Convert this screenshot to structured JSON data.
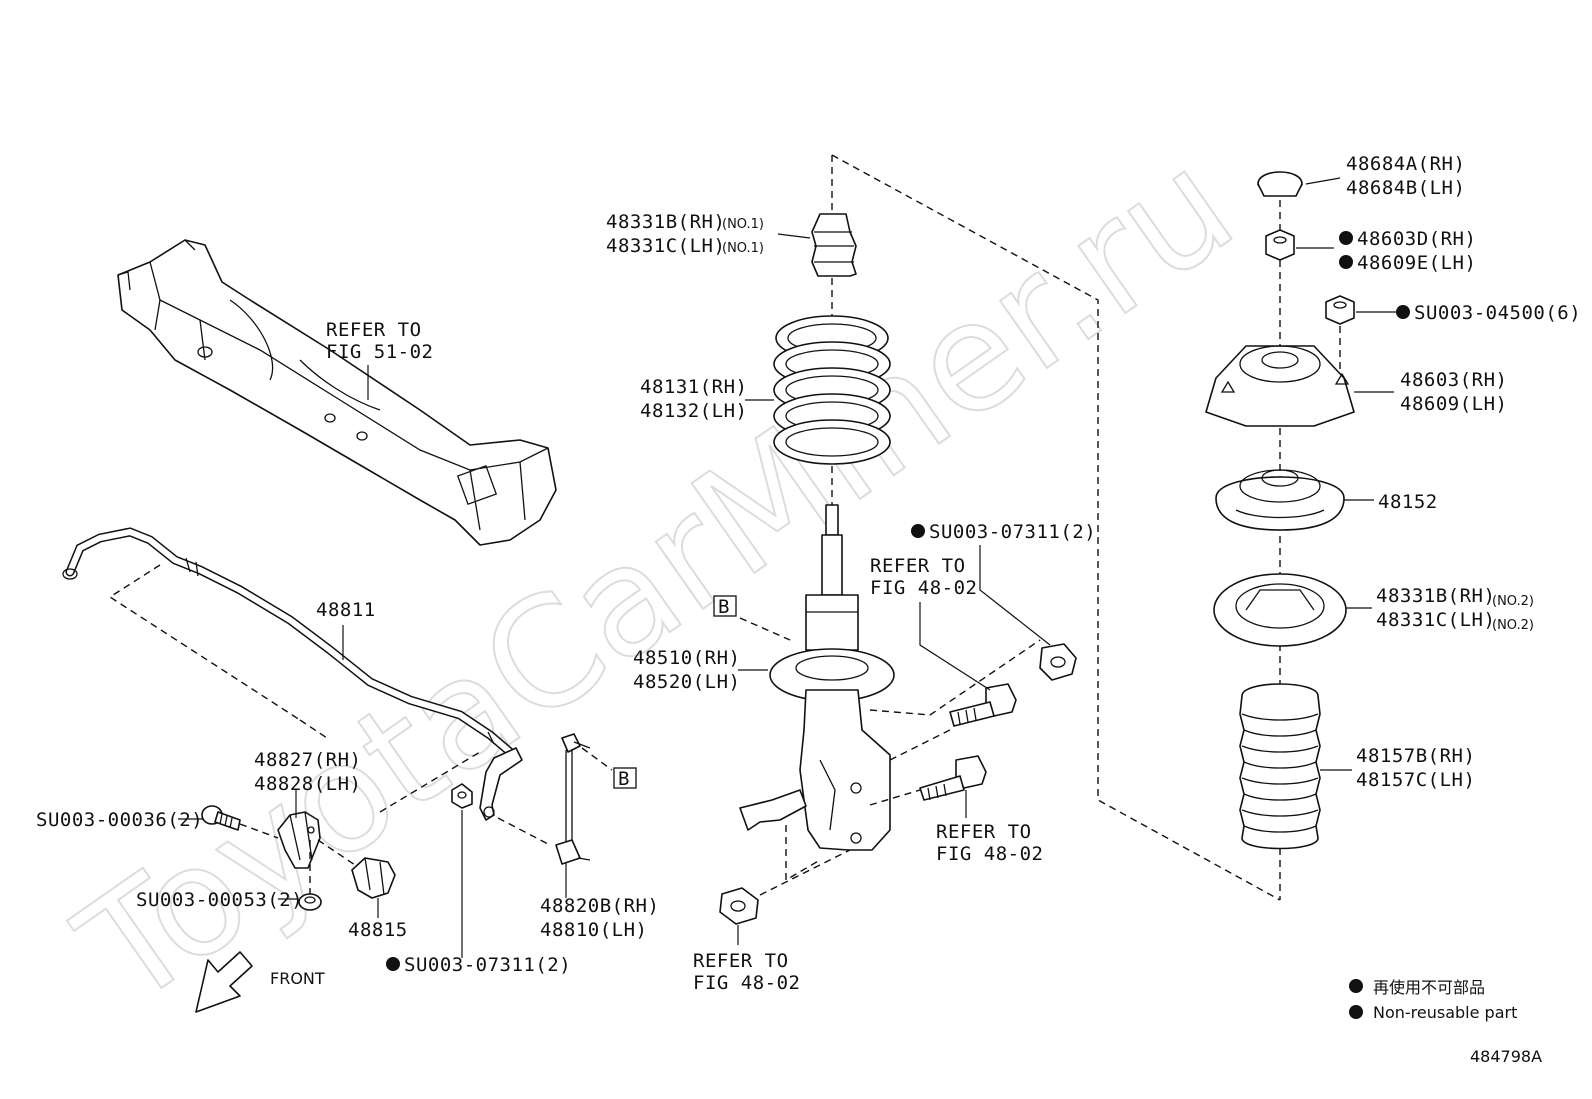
{
  "watermark": "ToyotaCarMiner.ru",
  "figure_id": "484798A",
  "legend": {
    "ja": "再使用不可部品",
    "en": "Non-reusable part"
  },
  "labels": {
    "refer_51": [
      "REFER TO",
      "FIG 51-02"
    ],
    "p48811": "48811",
    "p48827": [
      "48827(RH)",
      "48828(LH)"
    ],
    "su36": "SU003-00036(2)",
    "su53": "SU003-00053(2)",
    "p48815": "48815",
    "su07311_lower": "SU003-07311(2)",
    "p48820": [
      "48820B(RH)",
      "48810(LH)"
    ],
    "front": "FRONT",
    "p48331_no1": [
      "48331B(RH)",
      "48331C(LH)"
    ],
    "no1": "(NO.1)",
    "p48131": [
      "48131(RH)",
      "48132(LH)"
    ],
    "box_b": "B",
    "p48510": [
      "48510(RH)",
      "48520(LH)"
    ],
    "su07311_upper": "SU003-07311(2)",
    "refer_4802_a": [
      "REFER TO",
      "FIG 48-02"
    ],
    "refer_4802_b": [
      "REFER TO",
      "FIG 48-02"
    ],
    "refer_4802_c": [
      "REFER TO",
      "FIG 48-02"
    ],
    "p48684": [
      "48684A(RH)",
      "48684B(LH)"
    ],
    "p48603d": [
      "48603D(RH)",
      "48609E(LH)"
    ],
    "su04500": "SU003-04500(6)",
    "p48603": [
      "48603(RH)",
      "48609(LH)"
    ],
    "p48152": "48152",
    "p48331_no2": [
      "48331B(RH)",
      "48331C(LH)"
    ],
    "no2": "(NO.2)",
    "p48157": [
      "48157B(RH)",
      "48157C(LH)"
    ]
  }
}
